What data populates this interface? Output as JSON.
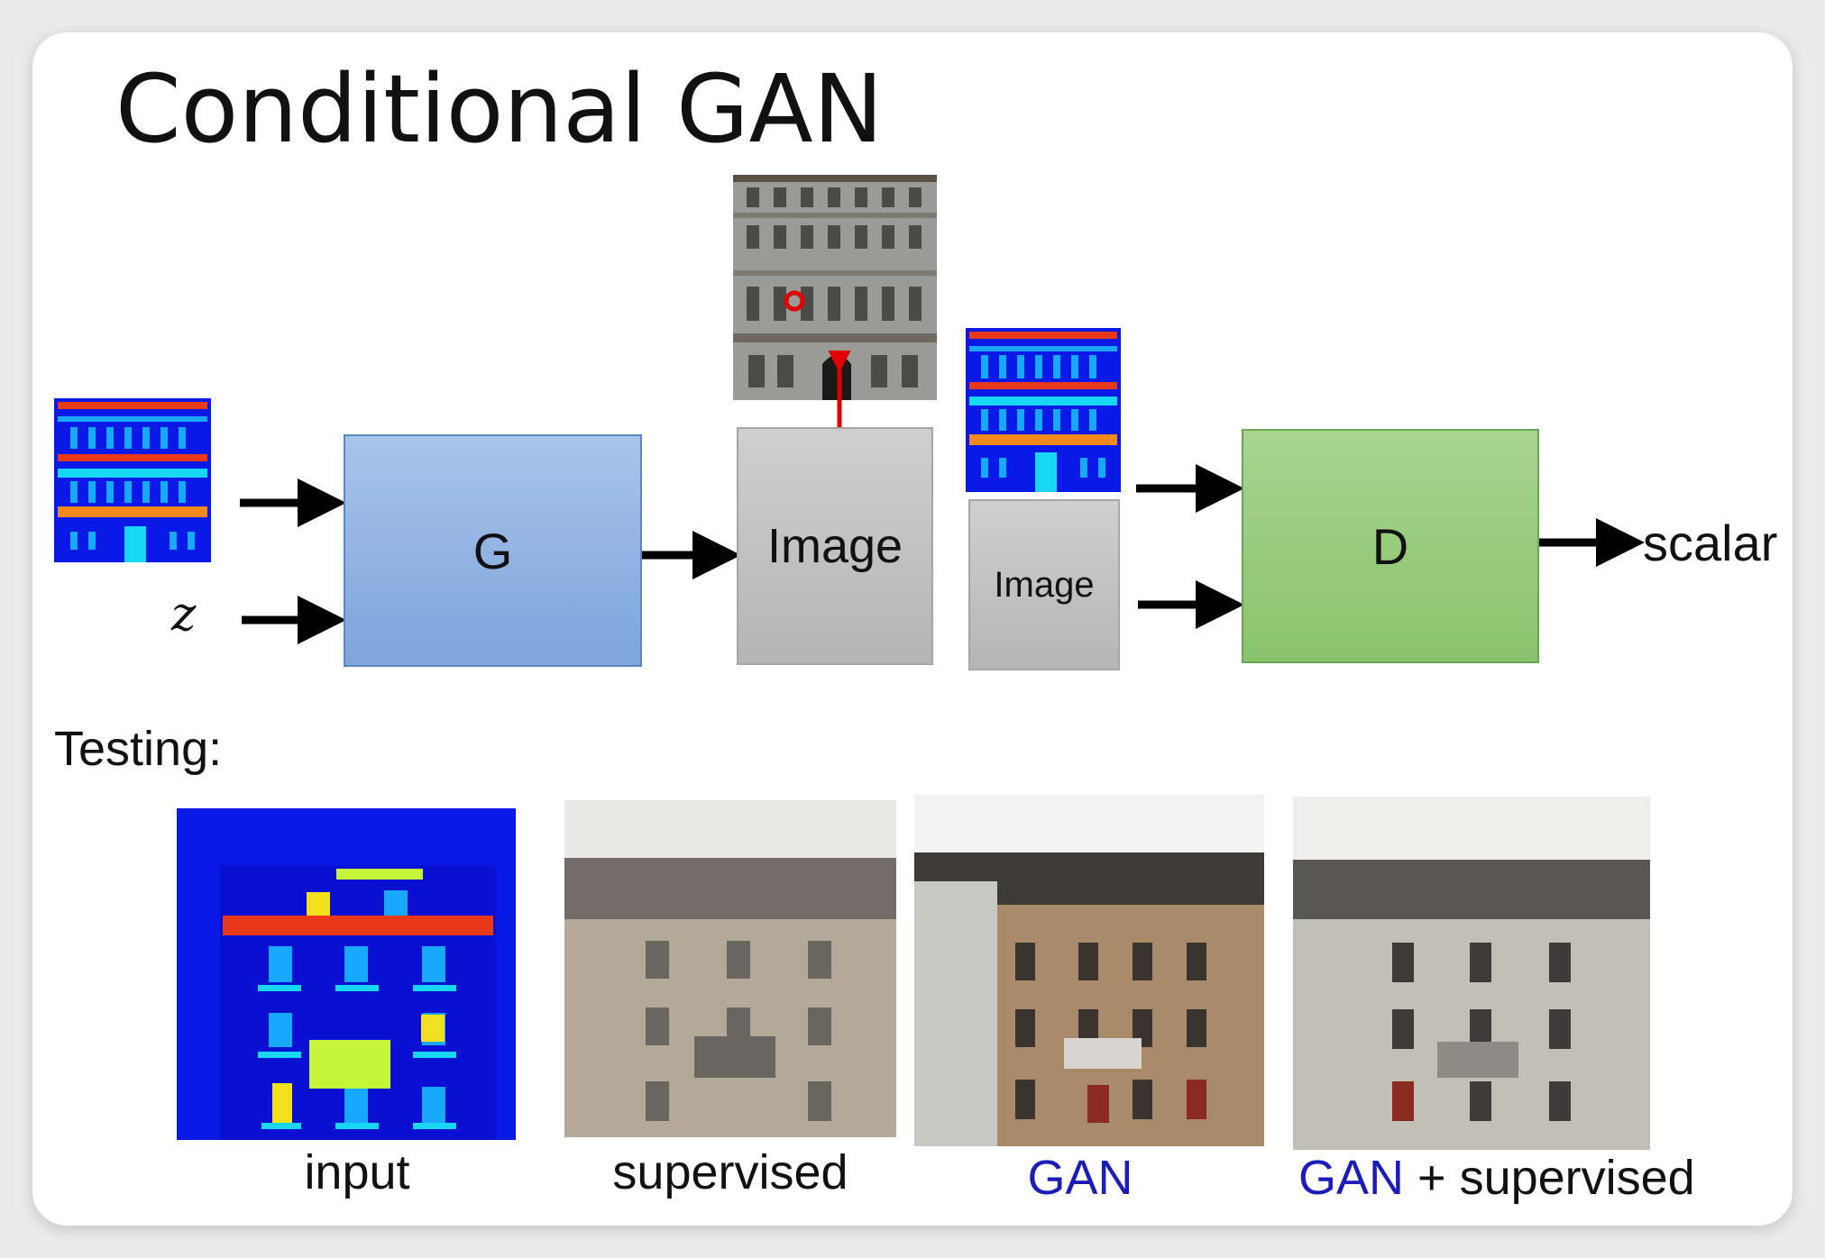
{
  "title": "Conditional GAN",
  "diagram": {
    "generator_label": "G",
    "generated_image_label": "Image",
    "real_image_label": "Image",
    "discriminator_label": "D",
    "noise_label": "z",
    "output_label": "scalar"
  },
  "testing": {
    "heading": "Testing:",
    "captions": {
      "input": "input",
      "supervised": "supervised",
      "gan": "GAN",
      "gan_plus_supervised_gan": "GAN",
      "gan_plus_supervised_rest": " + supervised"
    }
  },
  "colors": {
    "generator_fill": "#8fb2e4",
    "discriminator_fill": "#98cc7c",
    "image_fill": "#c2c2c2",
    "gan_text": "#1c1cb8",
    "red_arrow": "#e00000"
  }
}
